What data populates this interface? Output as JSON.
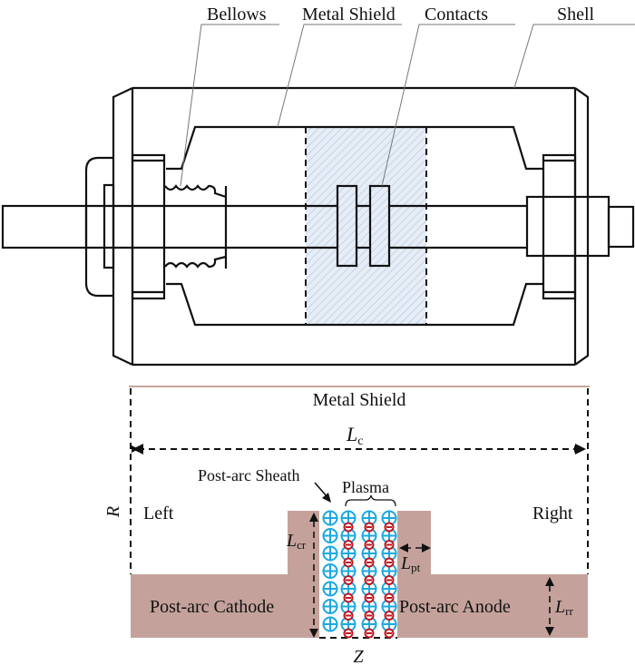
{
  "top_diagram": {
    "labels": {
      "bellows": "Bellows",
      "metal_shield": "Metal Shield",
      "contacts": "Contacts",
      "shell": "Shell"
    },
    "shield_region_color": "#c9d6e8"
  },
  "bottom_diagram": {
    "labels": {
      "metal_shield": "Metal Shield",
      "length_total": "L",
      "length_total_sub": "c",
      "radius": "R",
      "left": "Left",
      "right": "Right",
      "post_arc_sheath": "Post-arc Sheath",
      "plasma": "Plasma",
      "cathode": "Post-arc Cathode",
      "anode": "Post-arc Anode",
      "l_cr": "L",
      "l_cr_sub": "cr",
      "l_pt": "L",
      "l_pt_sub": "pt",
      "l_rr": "L",
      "l_rr_sub": "rr",
      "axis_z": "Z"
    },
    "colors": {
      "electrode": "#c4a29b",
      "shield_line": "#c9a39c",
      "ion": "#1ba8e0",
      "electron": "#c0151f"
    },
    "sheath_ion_rows": 7,
    "plasma_columns": 3,
    "plasma_ion_rows": 7,
    "plasma_electron_rows": 7
  }
}
